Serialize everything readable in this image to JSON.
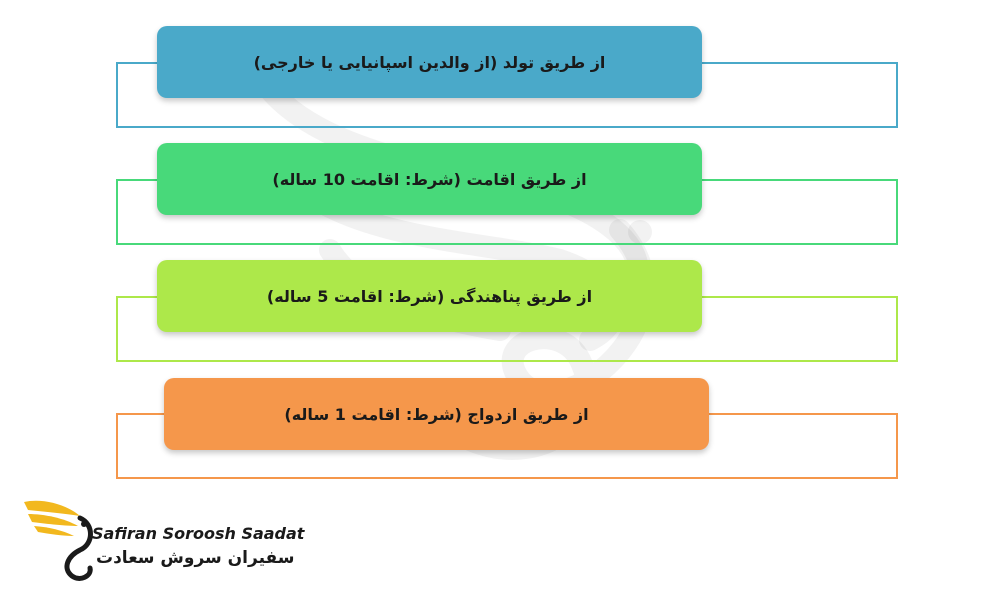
{
  "rows": [
    {
      "label": "از طریق تولد (از والدین اسپانیایی یا خارجی)",
      "color": "#4aa9c9"
    },
    {
      "label": "از طریق اقامت (شرط: اقامت 10 ساله)",
      "color": "#48d97a"
    },
    {
      "label": "از طریق پناهندگی (شرط: اقامت 5 ساله)",
      "color": "#ade84a"
    },
    {
      "label": "از طریق ازدواج (شرط: اقامت 1 ساله)",
      "color": "#f5974b"
    }
  ],
  "logo": {
    "name_en": "Safiran Soroosh Saadat",
    "name_fa": "سفیران سروش سعادت",
    "icon": "eagle-icon",
    "colors": {
      "accent": "#f2b81e",
      "dark": "#1a1a1a"
    }
  }
}
